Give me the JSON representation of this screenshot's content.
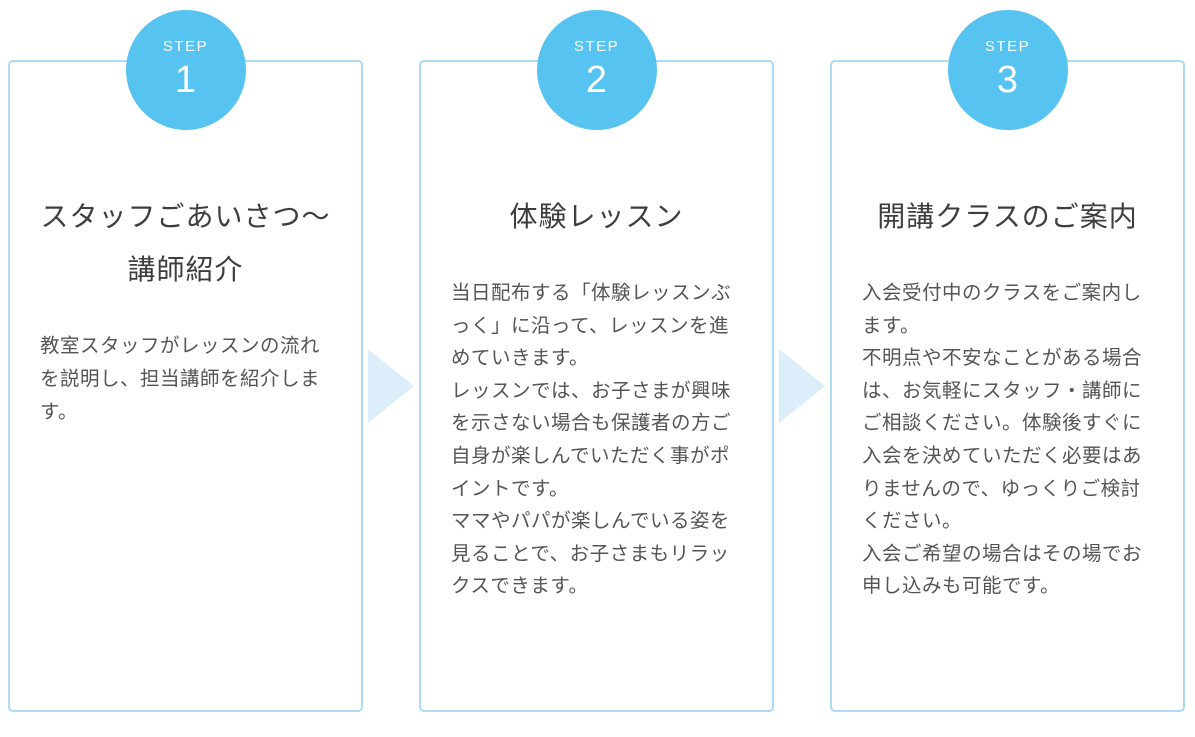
{
  "colors": {
    "accent": "#56c3f1",
    "card_border": "#abdcf4",
    "shadow_stripe": "#c8e7f7",
    "arrow": "#dceef9",
    "title_text": "#3e3e3e",
    "body_text": "#555555"
  },
  "arrow": {
    "icon": "arrow-right-icon"
  },
  "steps": [
    {
      "badge_label": "STEP",
      "badge_number": "1",
      "title": "スタッフごあいさつ〜\n講師紹介",
      "body": "教室スタッフがレッスンの流れを説明し、担当講師を紹介します。"
    },
    {
      "badge_label": "STEP",
      "badge_number": "2",
      "title": "体験レッスン",
      "body": "当日配布する「体験レッスンぶっく」に沿って、レッスンを進めていきます。\nレッスンでは、お子さまが興味を示さない場合も保護者の方ご自身が楽しんでいただく事がポイントです。\nママやパパが楽しんでいる姿を見ることで、お子さまもリラックスできます。"
    },
    {
      "badge_label": "STEP",
      "badge_number": "3",
      "title": "開講クラスのご案内",
      "body": "入会受付中のクラスをご案内します。\n不明点や不安なことがある場合は、お気軽にスタッフ・講師にご相談ください。体験後すぐに入会を決めていただく必要はありませんので、ゆっくりご検討ください。\n入会ご希望の場合はその場でお申し込みも可能です。"
    }
  ]
}
